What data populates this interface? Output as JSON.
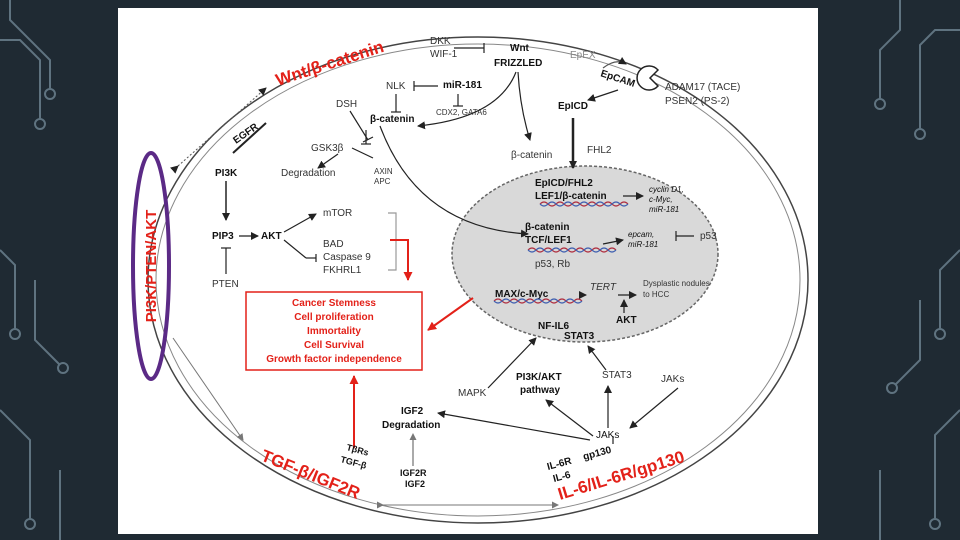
{
  "colors": {
    "background": "#1f2a33",
    "circuit": "#5f7380",
    "red": "#e32119",
    "purple": "#5b2a86",
    "nucleus": "#d9d9d9"
  },
  "pathways": {
    "wnt": "Wnt/β-catenin",
    "pi3k": "PI3K/PTEN/AKT",
    "tgf": "TGF-β/IGF2R",
    "il6": "IL-6/IL-6R/gp130"
  },
  "wnt_module": {
    "dkk": "DKK",
    "wif": "WIF-1",
    "wnt": "Wnt",
    "frizzled": "FRIZZLED",
    "nlk": "NLK",
    "mir181": "miR-181",
    "cdx2": "CDX2, GATA6",
    "dsh": "DSH",
    "bcatenin": "β-catenin",
    "gsk3b": "GSK3β",
    "degradation": "Degradation",
    "axin": "AXIN",
    "apc": "APC",
    "bcatenin2": "β-catenin",
    "fhl2": "FHL2"
  },
  "epcam_module": {
    "epex": "EpEX",
    "epcam": "EpCAM",
    "adam17": "ADAM17 (TACE)",
    "psen2": "PSEN2 (PS-2)",
    "epicd": "EpICD"
  },
  "pi3k_module": {
    "egfr": "EGFR",
    "pi3k": "PI3K",
    "pip3": "PIP3",
    "akt": "AKT",
    "pten": "PTEN",
    "mtor": "mTOR",
    "bad": "BAD",
    "caspase9": "Caspase 9",
    "fkhrl1": "FKHRL1"
  },
  "outcomes": [
    "Cancer Stemness",
    "Cell proliferation",
    "Immortality",
    "Cell Survival",
    "Growth factor independence"
  ],
  "nucleus": {
    "epicd_fhl2": "EpICD/FHL2",
    "lef1": "LEF1/β-catenin",
    "targets1": [
      "cyclin D1,",
      "c-Myc,",
      "miR-181"
    ],
    "bcat": "β-catenin",
    "tcf": "TCF/LEF1",
    "targets2": [
      "epcam,",
      "miR-181"
    ],
    "p53": "p53",
    "p53rb": "p53, Rb",
    "maxmyc": "MAX/c-Myc",
    "tert": "TERT",
    "dysplastic": [
      "Dysplastic nodules",
      "to HCC"
    ],
    "akt": "AKT",
    "nfil6": "NF-IL6",
    "stat3": "STAT3"
  },
  "il6_module": {
    "mapk": "MAPK",
    "pi3k_akt": [
      "PI3K/AKT",
      "pathway"
    ],
    "stat3": "STAT3",
    "jaks_small": "JAKs",
    "jaks": "JAKs",
    "il6r": "IL-6R",
    "gp130": "gp130",
    "il6": "IL-6"
  },
  "tgf_module": {
    "igf2": "IGF2",
    "degradation": "Degradation",
    "tbrs": "TβRs",
    "tgfb": "TGF-β",
    "igf2r": "IGF2R",
    "igf2b": "IGF2"
  }
}
